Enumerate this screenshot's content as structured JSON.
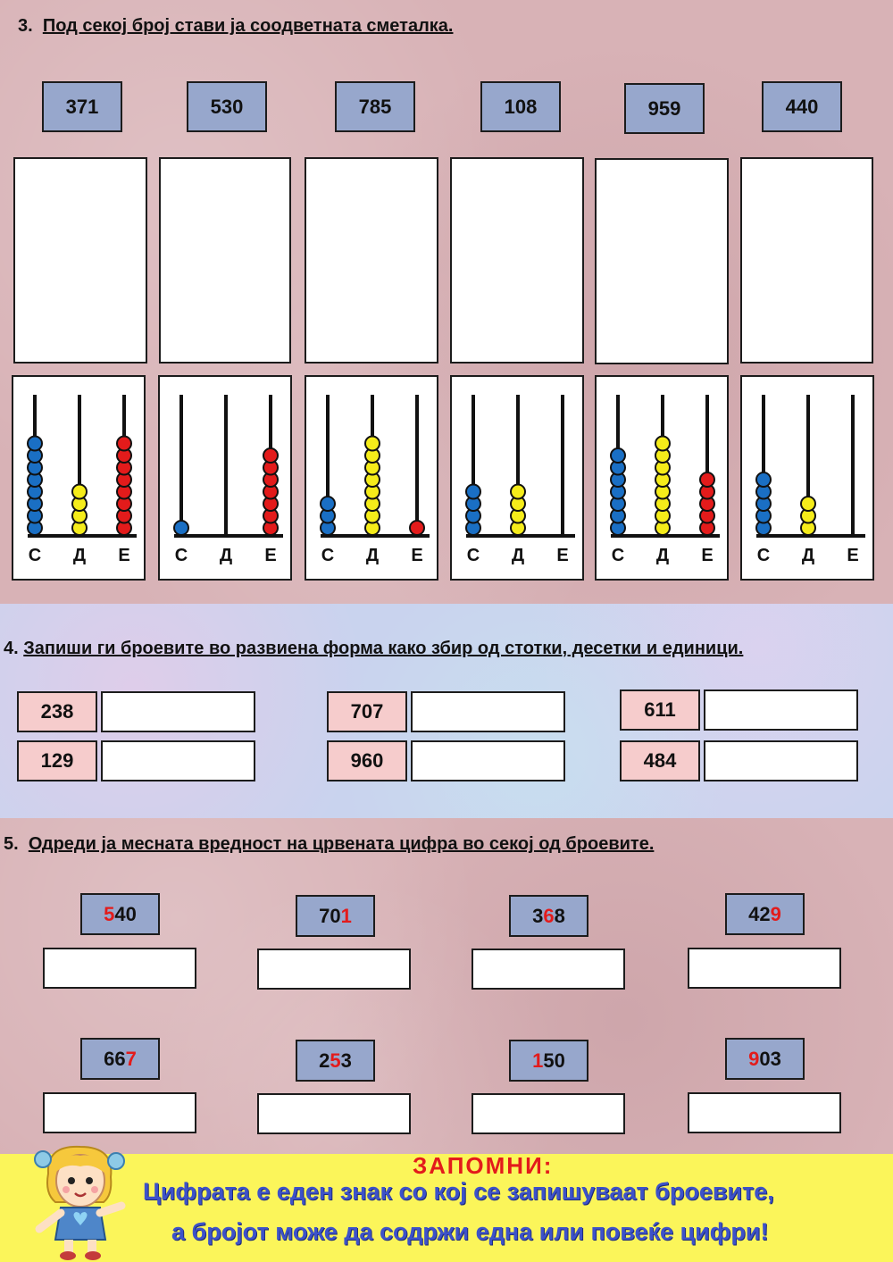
{
  "task3": {
    "number": "3.",
    "title": "Под секој број стави ја соодветната сметалка.",
    "numbers": [
      "371",
      "530",
      "785",
      "108",
      "959",
      "440"
    ],
    "column_labels": [
      "С",
      "Д",
      "Е"
    ],
    "abaci": [
      {
        "s": 8,
        "d": 4,
        "e": 8
      },
      {
        "s": 1,
        "d": 0,
        "e": 7
      },
      {
        "s": 3,
        "d": 8,
        "e": 1
      },
      {
        "s": 4,
        "d": 4,
        "e": 0
      },
      {
        "s": 7,
        "d": 8,
        "e": 5
      },
      {
        "s": 5,
        "d": 3,
        "e": 0
      }
    ]
  },
  "task4": {
    "number": "4.",
    "title": "Запиши ги броевите во развиена форма како збир од стотки, десетки и единици.",
    "numbers": [
      "238",
      "129",
      "707",
      "960",
      "611",
      "484"
    ]
  },
  "task5": {
    "number": "5.",
    "title": "Одреди ја месната вредност  на црвената цифра во секој од броевите.",
    "numbers": [
      {
        "before": "",
        "red": "5",
        "after": "40"
      },
      {
        "before": "70",
        "red": "1",
        "after": ""
      },
      {
        "before": "3",
        "red": "6",
        "after": "8"
      },
      {
        "before": "42",
        "red": "9",
        "after": ""
      },
      {
        "before": "66",
        "red": "7",
        "after": ""
      },
      {
        "before": "2",
        "red": "5",
        "after": "3"
      },
      {
        "before": "",
        "red": "1",
        "after": "50"
      },
      {
        "before": "",
        "red": "9",
        "after": "03"
      }
    ]
  },
  "remember": {
    "title": "ЗАПОМНИ:",
    "line1": "Цифрата е еден знак со кој се запишуваат броевите,",
    "line2": "а бројот може да содржи една или повеќе цифри!"
  },
  "colors": {
    "hundreds": "#1a6fc4",
    "tens": "#f5ec1a",
    "ones": "#e31b1b"
  }
}
